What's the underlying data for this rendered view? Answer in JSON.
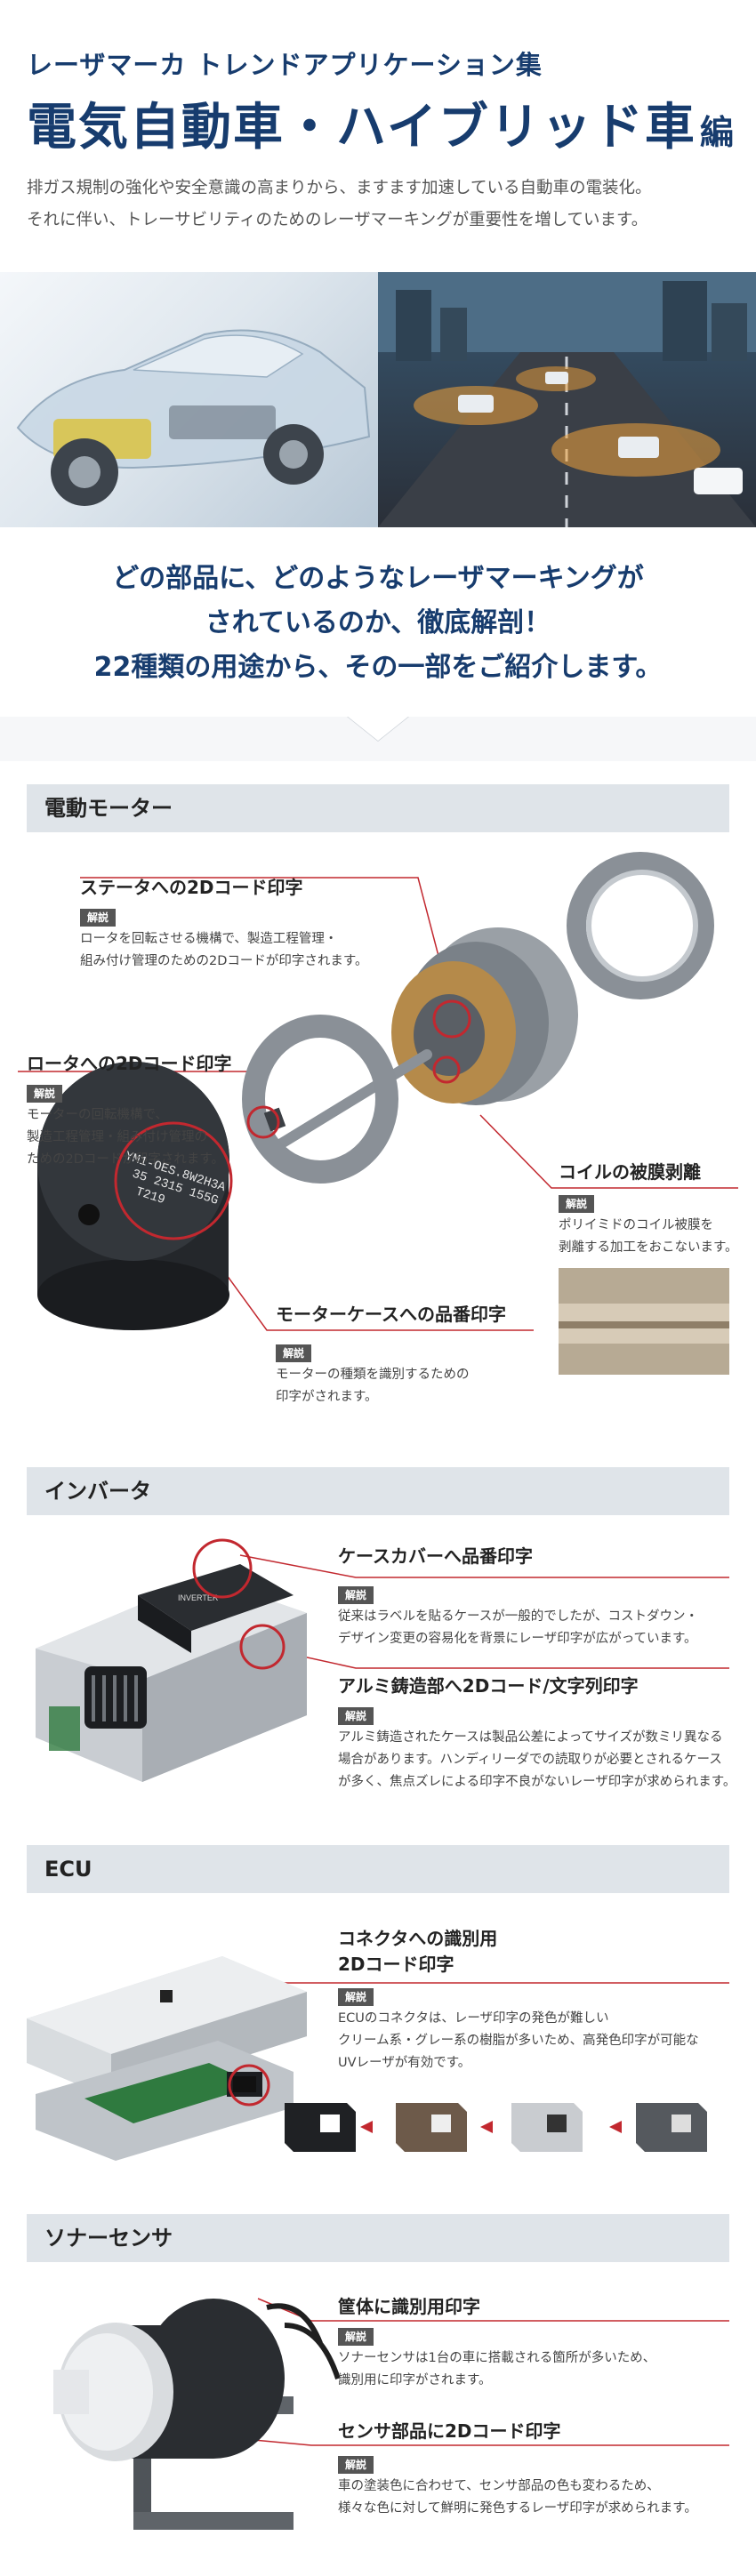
{
  "header": {
    "kicker": "レーザマーカ トレンドアプリケーション集",
    "title": "電気自動車・ハイブリッド車",
    "title_suffix": "編",
    "intro_lines": [
      "排ガス規制の強化や安全意識の高まりから、ますます加速している自動車の電装化。",
      "それに伴い、トレーサビリティのためのレーザマーキングが重要性を増しています。"
    ]
  },
  "lead_lines": [
    "どの部品に、どのようなレーザマーキングが",
    "されているのか、徹底解剖！",
    "22種類の用途から、その一部をご紹介します。"
  ],
  "badge_label": "解説",
  "sections": {
    "motor": {
      "title": "電動モーター",
      "callouts": [
        {
          "title": "ステータへの2Dコード印字",
          "lines": [
            "ロータを回転させる機構で、製造工程管理・",
            "組み付け管理のための2Dコードが印字されます。"
          ]
        },
        {
          "title": "ロータへの2Dコード印字",
          "lines": [
            "モーターの回転機構で、",
            "製造工程管理・組み付け管理の",
            "ための2Dコードが印字されます。"
          ]
        },
        {
          "title": "コイルの被膜剥離",
          "lines": [
            "ポリイミドのコイル被膜を",
            "剥離する加工をおこないます。"
          ]
        },
        {
          "title": "モーターケースへの品番印字",
          "lines": [
            "モーターの種類を識別するための",
            "印字がされます。"
          ]
        }
      ],
      "case_marking": [
        "YM1-OES.8W2H3A",
        "35 2315 155G",
        "T219"
      ]
    },
    "inverter": {
      "title": "インバータ",
      "callouts": [
        {
          "title": "ケースカバーへ品番印字",
          "lines": [
            "従来はラベルを貼るケースが一般的でしたが、コストダウン・",
            "デザイン変更の容易化を背景にレーザ印字が広がっています。"
          ]
        },
        {
          "title": "アルミ鋳造部へ2Dコード/文字列印字",
          "lines": [
            "アルミ鋳造されたケースは製品公差によってサイズが数ミリ異なる",
            "場合があります。ハンディリーダでの読取りが必要とされるケース",
            "が多く、焦点ズレによる印字不良がないレーザ印字が求められます。"
          ]
        }
      ],
      "cover_marking": "INVERTER"
    },
    "ecu": {
      "title": "ECU",
      "callouts": [
        {
          "title_lines": [
            "コネクタへの識別用",
            "2Dコード印字"
          ],
          "lines": [
            "ECUのコネクタは、レーザ印字の発色が難しい",
            "クリーム系・グレー系の樹脂が多いため、高発色印字が可能な",
            "UVレーザが有効です。"
          ]
        }
      ]
    },
    "sonar": {
      "title": "ソナーセンサ",
      "callouts": [
        {
          "title": "筐体に識別用印字",
          "lines": [
            "ソナーセンサは1台の車に搭載される箇所が多いため、",
            "識別用に印字がされます。"
          ]
        },
        {
          "title": "センサ部品に2Dコード印字",
          "lines": [
            "車の塗装色に合わせて、センサ部品の色も変わるため、",
            "様々な色に対して鮮明に発色するレーザ印字が求められます。"
          ]
        }
      ]
    }
  },
  "colors": {
    "navy": "#173c6e",
    "accent_red": "#c2282f",
    "section_bar": "#dfe4e9"
  }
}
